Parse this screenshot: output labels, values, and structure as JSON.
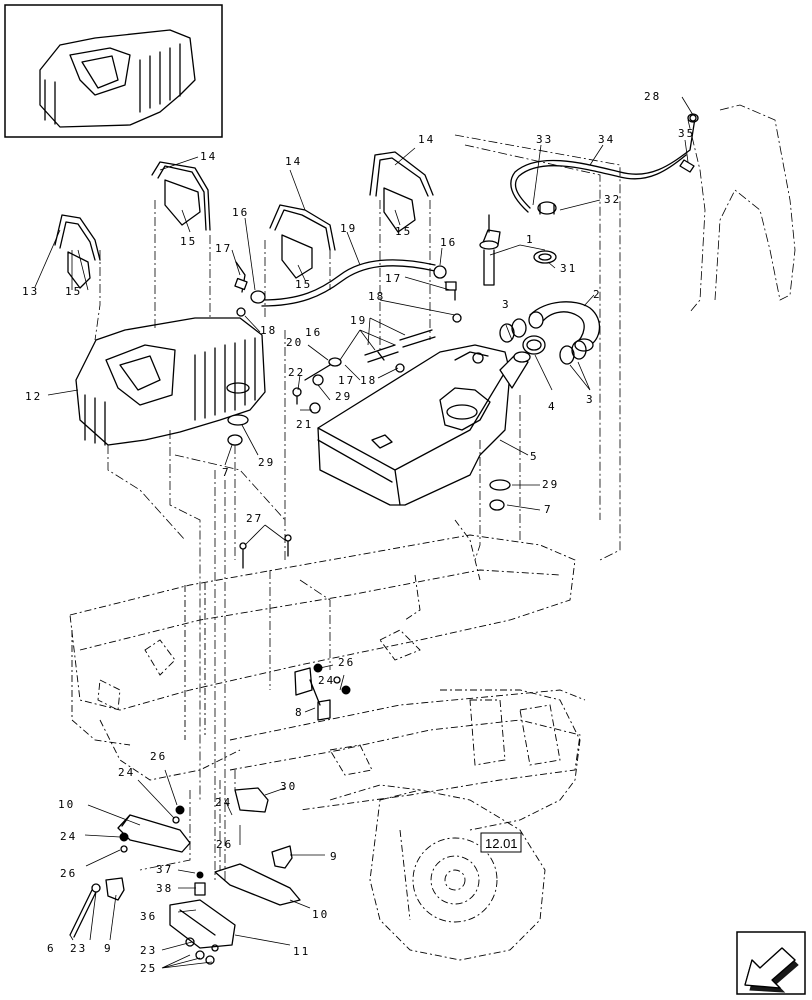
{
  "reference_box": {
    "label": "12.01"
  },
  "callouts": {
    "c1": "1",
    "c2": "2",
    "c3a": "3",
    "c3b": "3",
    "c4": "4",
    "c5": "5",
    "c6": "6",
    "c7a": "7",
    "c7b": "7",
    "c8": "8",
    "c9a": "9",
    "c9b": "9",
    "c10a": "10",
    "c10b": "10",
    "c11": "11",
    "c12": "12",
    "c13": "13",
    "c14a": "14",
    "c14b": "14",
    "c14c": "14",
    "c15a": "15",
    "c15b": "15",
    "c15c": "15",
    "c15d": "15",
    "c16a": "16",
    "c16b": "16",
    "c16c": "16",
    "c17a": "17",
    "c17b": "17",
    "c17c": "17",
    "c18a": "18",
    "c18b": "18",
    "c18c": "18",
    "c19a": "19",
    "c19b": "19",
    "c20": "20",
    "c21": "21",
    "c22": "22",
    "c23a": "23",
    "c23b": "23",
    "c24a": "24",
    "c24b": "24",
    "c24c": "24",
    "c24d": "24",
    "c25": "25",
    "c26a": "26",
    "c26b": "26",
    "c26c": "26",
    "c26d": "26",
    "c27": "27",
    "c28": "28",
    "c29a": "29",
    "c29b": "29",
    "c29c": "29",
    "c30": "30",
    "c31": "31",
    "c32": "32",
    "c33": "33",
    "c34": "34",
    "c35": "35",
    "c36": "36",
    "c37": "37",
    "c38": "38"
  },
  "nav_icon": "next-page-arrow-icon"
}
